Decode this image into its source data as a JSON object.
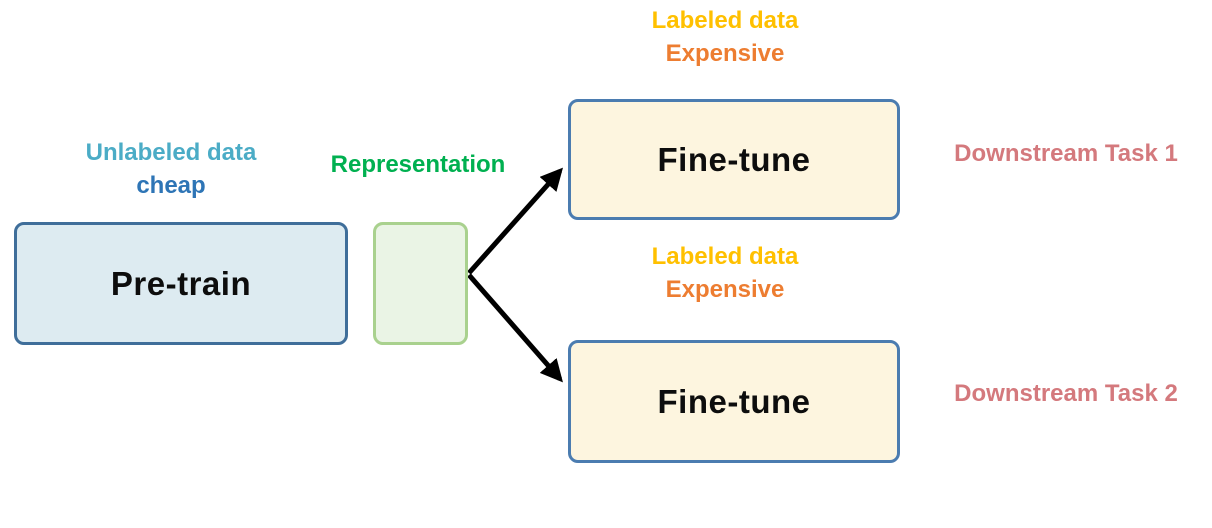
{
  "diagram": {
    "boxes": {
      "pretrain": {
        "label": "Pre-train"
      },
      "representation": {
        "label": ""
      },
      "finetune1": {
        "label": "Fine-tune"
      },
      "finetune2": {
        "label": "Fine-tune"
      }
    },
    "annotations": {
      "labeled_top_line1": "Labeled data",
      "labeled_top_line2": "Expensive",
      "labeled_mid_line1": "Labeled data",
      "labeled_mid_line2": "Expensive",
      "unlabeled_line1": "Unlabeled data",
      "unlabeled_line2": "cheap",
      "representation": "Representation",
      "downstream_task_1": "Downstream Task 1",
      "downstream_task_2": "Downstream Task 2"
    },
    "colors": {
      "labeled_data_text": "#ffc000",
      "expensive_text": "#ed7d31",
      "unlabeled_data_text": "#4bacc6",
      "cheap_text": "#2e75b6",
      "representation_text": "#00b050",
      "downstream_text": "#d4797d",
      "pretrain_fill": "#ddebf1",
      "pretrain_border": "#3f6e9a",
      "representation_fill": "#eaf4e5",
      "representation_border": "#a9d18e",
      "finetune_fill": "#fdf5df",
      "finetune_border": "#4b7cb0",
      "arrow": "#000000",
      "background": "#ffffff"
    }
  }
}
